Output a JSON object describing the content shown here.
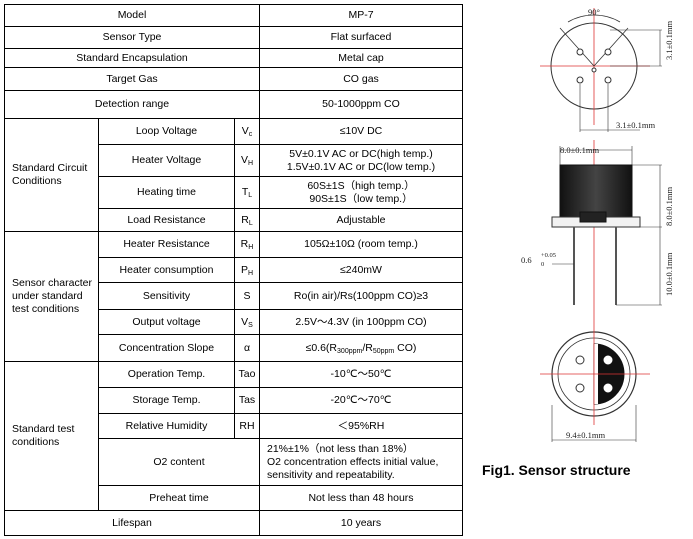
{
  "table": {
    "model": {
      "label": "Model",
      "value": "MP-7"
    },
    "sensor_type": {
      "label": "Sensor Type",
      "value": "Flat surfaced"
    },
    "encapsulation": {
      "label": "Standard Encapsulation",
      "value": "Metal cap"
    },
    "target_gas": {
      "label": "Target Gas",
      "value": "CO gas"
    },
    "detection_range": {
      "label": "Detection range",
      "value": "50-1000ppm CO"
    },
    "circuit": {
      "group": "Standard Circuit Conditions",
      "rows": [
        {
          "name": "Loop Voltage",
          "sym": "V",
          "sub": "c",
          "value": [
            "≤10V DC"
          ]
        },
        {
          "name": "Heater Voltage",
          "sym": "V",
          "sub": "H",
          "value": [
            "5V±0.1V AC or DC(high temp.)",
            "1.5V±0.1V AC or DC(low temp.)"
          ]
        },
        {
          "name": "Heating time",
          "sym": "T",
          "sub": "L",
          "value": [
            "60S±1S（high temp.）",
            "90S±1S（low temp.）"
          ]
        },
        {
          "name": "Load Resistance",
          "sym": "R",
          "sub": "L",
          "value": [
            "Adjustable"
          ]
        }
      ]
    },
    "character": {
      "group": "Sensor character under standard test conditions",
      "rows": [
        {
          "name": "Heater Resistance",
          "sym": "R",
          "sub": "H",
          "value": "105Ω±10Ω (room temp.)"
        },
        {
          "name": "Heater consumption",
          "sym": "P",
          "sub": "H",
          "value": "≤240mW"
        },
        {
          "name": "Sensitivity",
          "sym": "S",
          "sub": "",
          "value": "Ro(in air)/Rs(100ppm CO)≥3"
        },
        {
          "name": "Output voltage",
          "sym": "V",
          "sub": "S",
          "value": "2.5V～4.3V (in 100ppm CO)"
        },
        {
          "name": "Concentration Slope",
          "sym": "α",
          "sub": "",
          "value_pre": "≤0.6(R",
          "value_sub1": "300ppm",
          "value_mid": "/R",
          "value_sub2": "50ppm",
          "value_post": " CO)"
        }
      ]
    },
    "test": {
      "group": "Standard test conditions",
      "rows": [
        {
          "name": "Operation Temp.",
          "sym": "Tao",
          "value": "-10℃～50℃"
        },
        {
          "name": "Storage Temp.",
          "sym": "Tas",
          "value": "-20℃～70℃"
        },
        {
          "name": "Relative Humidity",
          "sym": "RH",
          "value": "＜95%RH"
        }
      ],
      "o2": {
        "name": "O2 content",
        "lines": [
          "21%±1%（not less than 18%）",
          "O2 concentration effects initial value,",
          "sensitivity and repeatability."
        ]
      },
      "preheat": {
        "name": "Preheat time",
        "value": "Not less than 48 hours"
      }
    },
    "lifespan": {
      "label": "Lifespan",
      "value": "10 years"
    }
  },
  "figure": {
    "caption": "Fig1. Sensor structure",
    "dims": {
      "angle": "90°",
      "pin_height": "3.1±0.1mm",
      "pin_spacing": "3.1±0.1mm",
      "cap_width": "8.0±0.1mm",
      "cap_height": "8.0±0.1mm",
      "lead_length": "10.0±0.1mm",
      "lead_dia": "0.6",
      "lead_tol": "+0.05",
      "lead_tol2": "0",
      "flange_dia": "9.4±0.1mm"
    }
  }
}
